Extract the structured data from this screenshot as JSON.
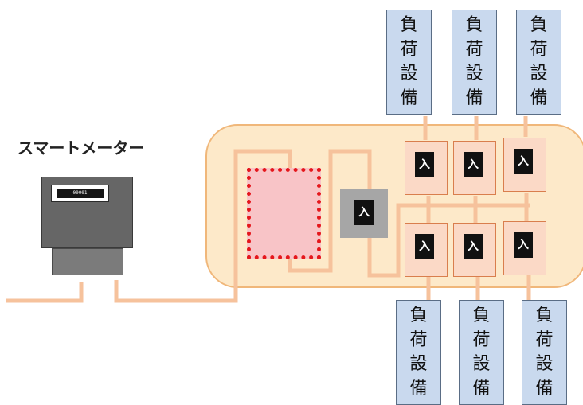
{
  "meter": {
    "title": "スマートメーター",
    "display": "00001"
  },
  "main_breaker": {
    "label": "入"
  },
  "breakers_top": [
    {
      "label": "入"
    },
    {
      "label": "入"
    },
    {
      "label": "入"
    }
  ],
  "breakers_bottom": [
    {
      "label": "入"
    },
    {
      "label": "入"
    },
    {
      "label": "入"
    }
  ],
  "loads_top": [
    {
      "chars": [
        "負",
        "荷",
        "設",
        "備"
      ]
    },
    {
      "chars": [
        "負",
        "荷",
        "設",
        "備"
      ]
    },
    {
      "chars": [
        "負",
        "荷",
        "設",
        "備"
      ]
    }
  ],
  "loads_bottom": [
    {
      "chars": [
        "負",
        "荷",
        "設",
        "備"
      ]
    },
    {
      "chars": [
        "負",
        "荷",
        "設",
        "備"
      ]
    },
    {
      "chars": [
        "負",
        "荷",
        "設",
        "備"
      ]
    }
  ],
  "colors": {
    "wire": "#f6c29c",
    "panel_fill": "#fde9c9",
    "panel_border": "#f0b77a",
    "load_fill": "#c9d9ee",
    "breaker_fill": "#fbd9c6",
    "highlight_dots": "#e5171c"
  }
}
